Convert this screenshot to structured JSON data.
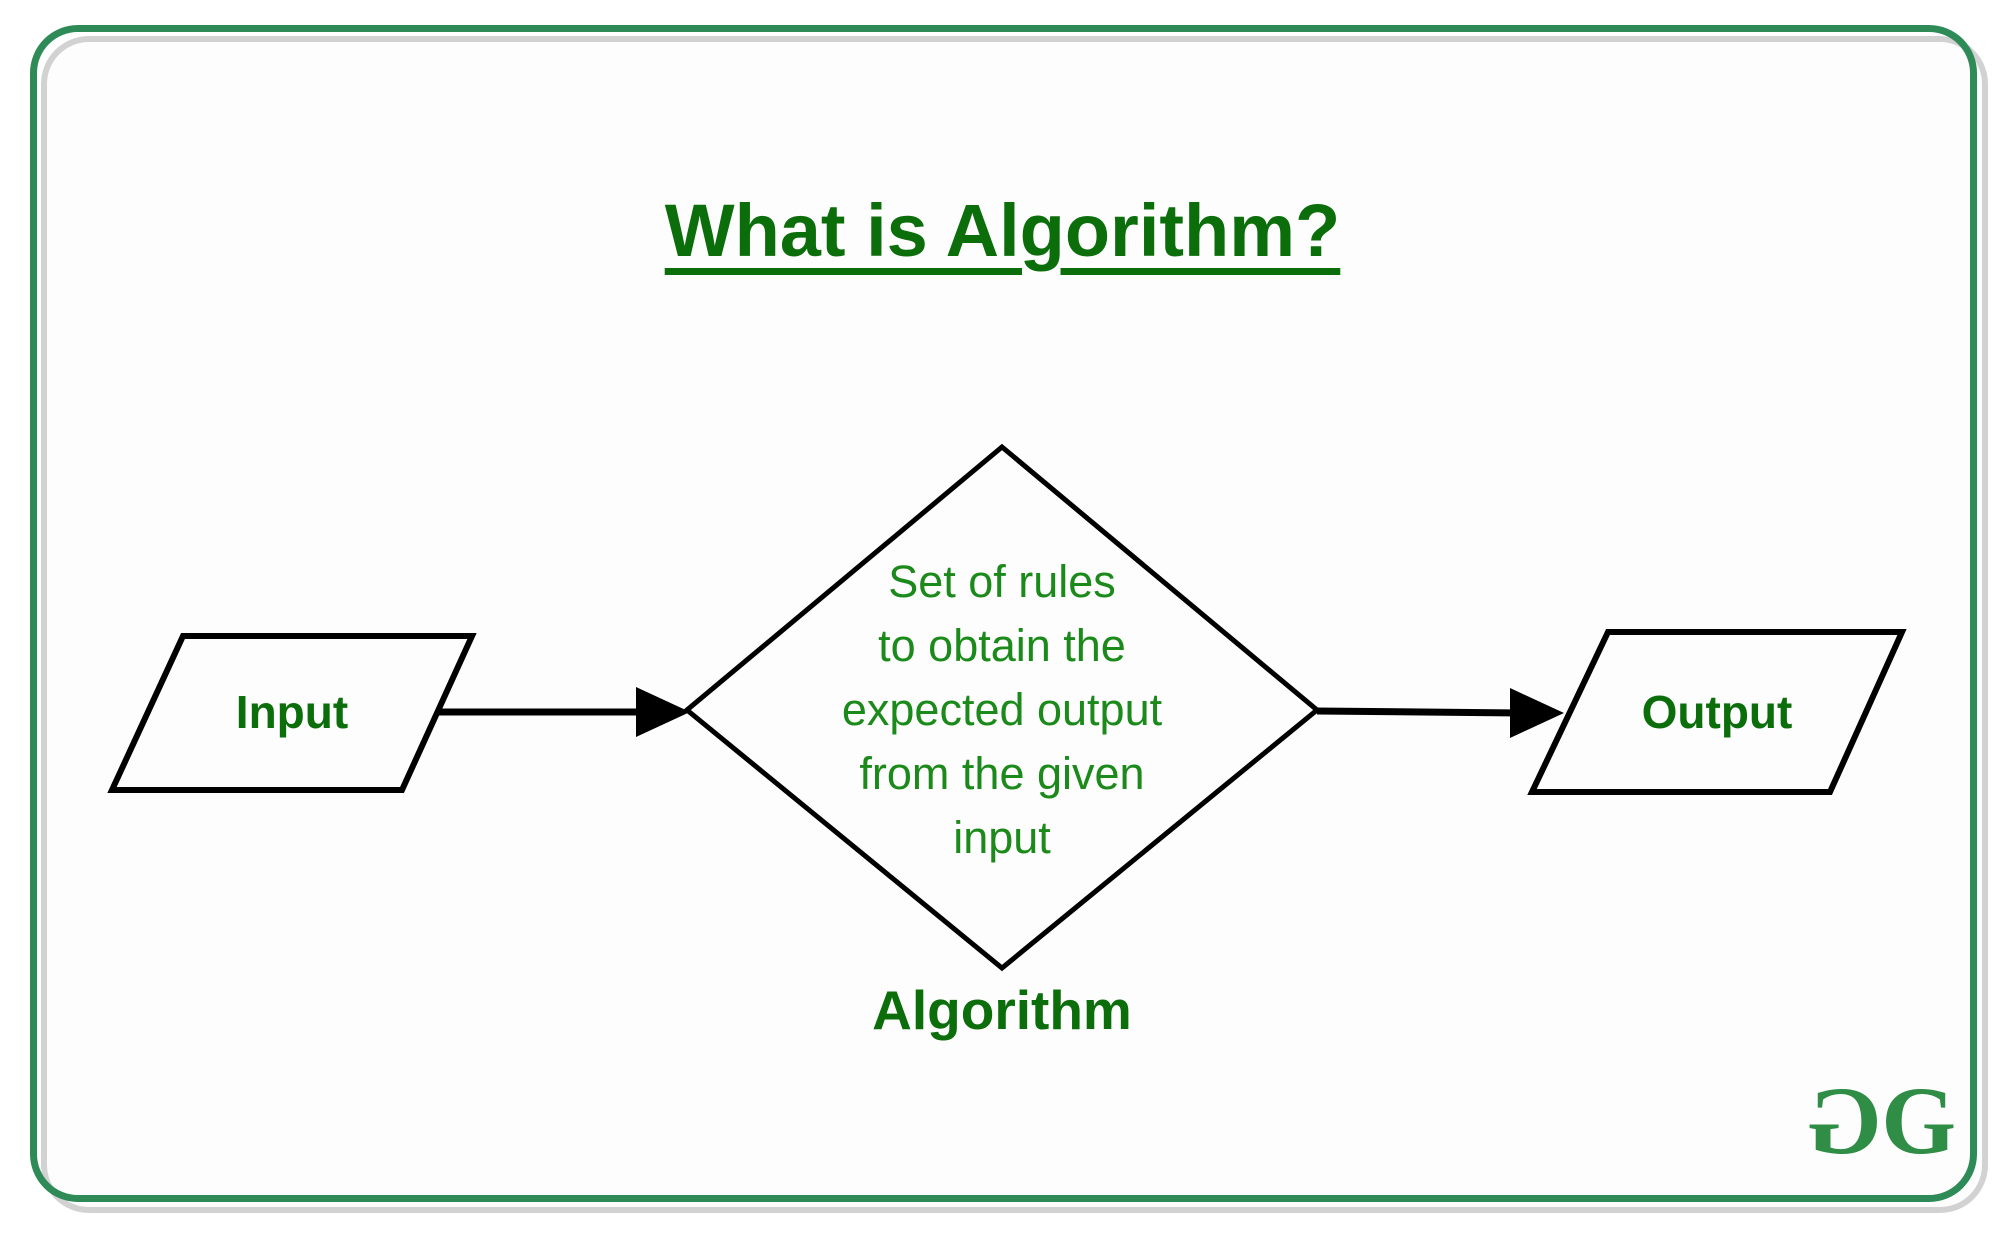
{
  "colors": {
    "canvas": "#ffffff",
    "frame_green": "#2e8b57",
    "frame_gray": "#d2d2d2",
    "stroke_black": "#000000",
    "title_green": "#0b6e0b",
    "label_green": "#0b6e0b",
    "process_text_green": "#1b8a1b",
    "logo_green": "#2f8d46"
  },
  "title": {
    "text": "What is Algorithm?"
  },
  "flowchart": {
    "input": {
      "label": "Input",
      "shape": "parallelogram"
    },
    "process": {
      "shape": "diamond",
      "lines": [
        "Set of rules",
        "to obtain the",
        "expected output",
        "from the given",
        "input"
      ]
    },
    "output": {
      "label": "Output",
      "shape": "parallelogram"
    },
    "caption": "Algorithm",
    "connections": [
      "input->process",
      "process->output"
    ]
  },
  "logo": {
    "first_letter": "G",
    "second_letter": "G"
  }
}
